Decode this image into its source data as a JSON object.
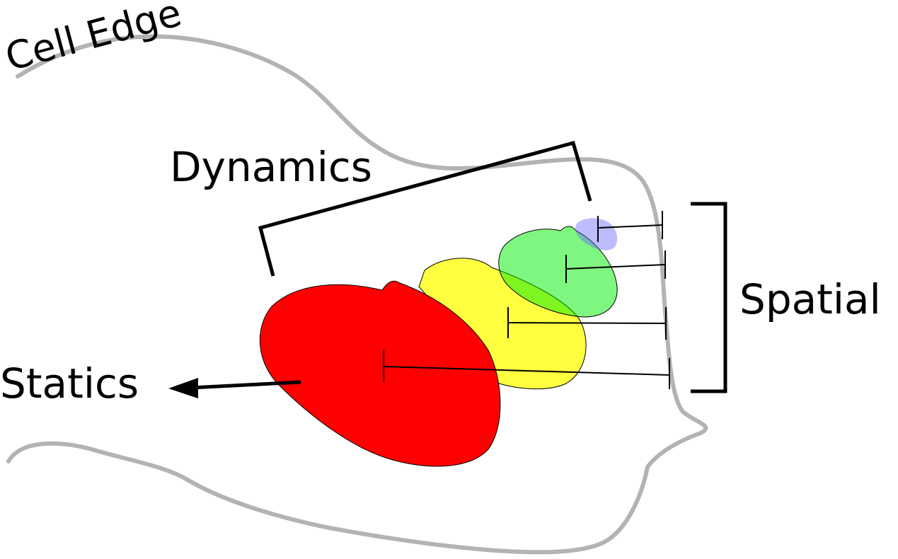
{
  "labels": {
    "cell_edge": "Cell Edge",
    "dynamics": "Dynamics",
    "spatial": "Spatial",
    "statics": "Statics"
  },
  "blobs": [
    {
      "name": "red-blob",
      "color": "#ff0000",
      "opacity": 1.0
    },
    {
      "name": "yellow-blob",
      "color": "#ffff00",
      "opacity": 0.75
    },
    {
      "name": "green-blob",
      "color": "#00ee00",
      "opacity": 0.5
    },
    {
      "name": "blue-blob",
      "color": "#6b6bff",
      "opacity": 0.45
    }
  ],
  "colors": {
    "cell_outline": "#b3b3b3",
    "annotation": "#000000"
  }
}
